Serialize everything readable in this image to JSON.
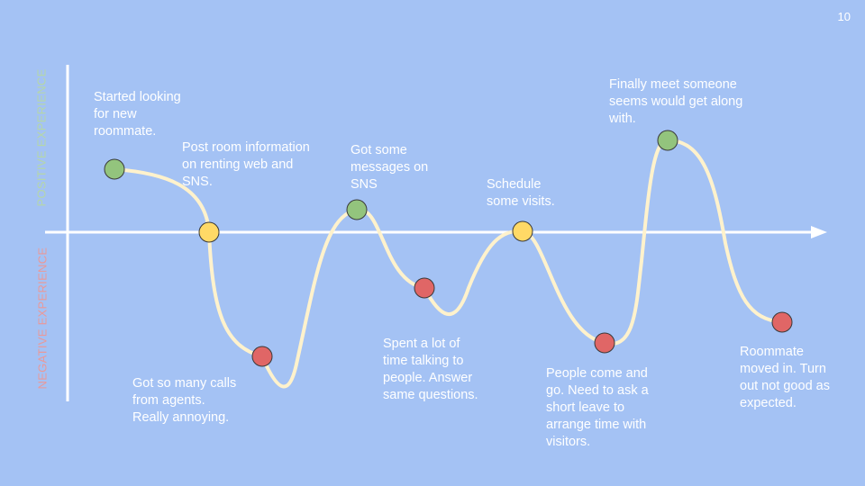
{
  "page_number": "10",
  "axis": {
    "positive_label": "POSITIVE EXPERIENCE",
    "negative_label": "NEGATIVE EXPERIENCE"
  },
  "colors": {
    "background": "#a4c2f4",
    "axis": "#ffffff",
    "curve": "#fff2cc",
    "positive": "#93c47d",
    "neutral": "#ffd966",
    "negative": "#e06666",
    "positive_label": "#b6d7a8",
    "negative_label": "#ea9999"
  },
  "steps": [
    {
      "text": "Started looking\nfor new\nroommate.",
      "sentiment": "positive"
    },
    {
      "text": "Post room information\non renting web and\nSNS.",
      "sentiment": "neutral"
    },
    {
      "text": "Got so many calls\nfrom agents.\nReally annoying.",
      "sentiment": "negative"
    },
    {
      "text": "Got some\nmessages on\nSNS",
      "sentiment": "positive"
    },
    {
      "text": "Spent a lot of\ntime talking to\npeople. Answer\nsame questions.",
      "sentiment": "negative"
    },
    {
      "text": "Schedule\nsome visits.",
      "sentiment": "neutral"
    },
    {
      "text": "People come and\ngo. Need to ask a\nshort leave to\narrange time with\nvisitors.",
      "sentiment": "negative"
    },
    {
      "text": "Finally meet someone\nseems would get along\nwith.",
      "sentiment": "positive"
    },
    {
      "text": "Roommate\nmoved in. Turn\nout not good as\nexpected.",
      "sentiment": "negative"
    }
  ]
}
